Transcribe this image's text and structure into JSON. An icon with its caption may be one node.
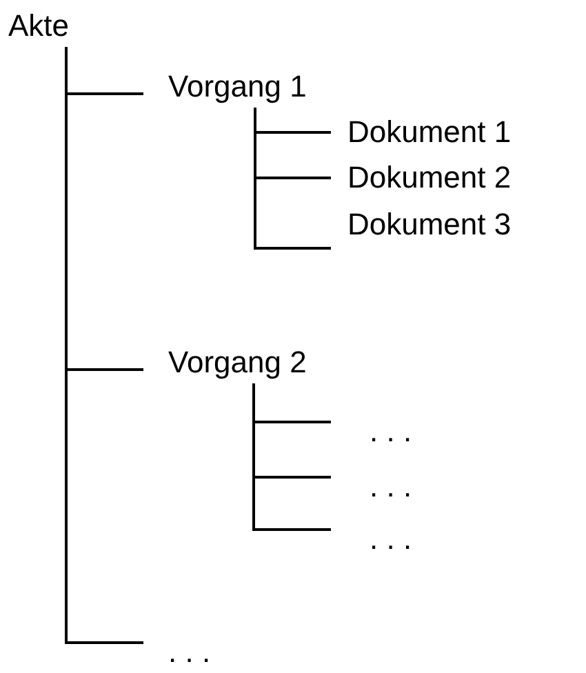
{
  "diagram": {
    "nodes": [
      {
        "text": [
          "Akte"
        ]
      },
      {
        "text": [
          "Vorgang 1"
        ]
      },
      {
        "text": [
          "Dokument 1"
        ]
      },
      {
        "text": [
          "Dokument 2"
        ]
      },
      {
        "text": [
          "Dokument 3"
        ]
      },
      {
        "text": [
          "Vorgang 2"
        ]
      },
      {
        "text": [
          ". . ."
        ]
      },
      {
        "text": [
          ". . ."
        ]
      },
      {
        "text": [
          ". . ."
        ]
      },
      {
        "text": [
          ". . ."
        ]
      }
    ],
    "edges": [
      {
        "from": 0,
        "to": 1,
        "arrow": "none"
      },
      {
        "from": 1,
        "to": 2,
        "arrow": "none"
      },
      {
        "from": 1,
        "to": 3,
        "arrow": "none"
      },
      {
        "from": 1,
        "to": 4,
        "arrow": "none"
      },
      {
        "from": 0,
        "to": 5,
        "arrow": "none"
      },
      {
        "from": 5,
        "to": 6,
        "arrow": "none"
      },
      {
        "from": 5,
        "to": 7,
        "arrow": "none"
      },
      {
        "from": 5,
        "to": 8,
        "arrow": "none"
      },
      {
        "from": 0,
        "to": 9,
        "arrow": "none"
      }
    ]
  }
}
